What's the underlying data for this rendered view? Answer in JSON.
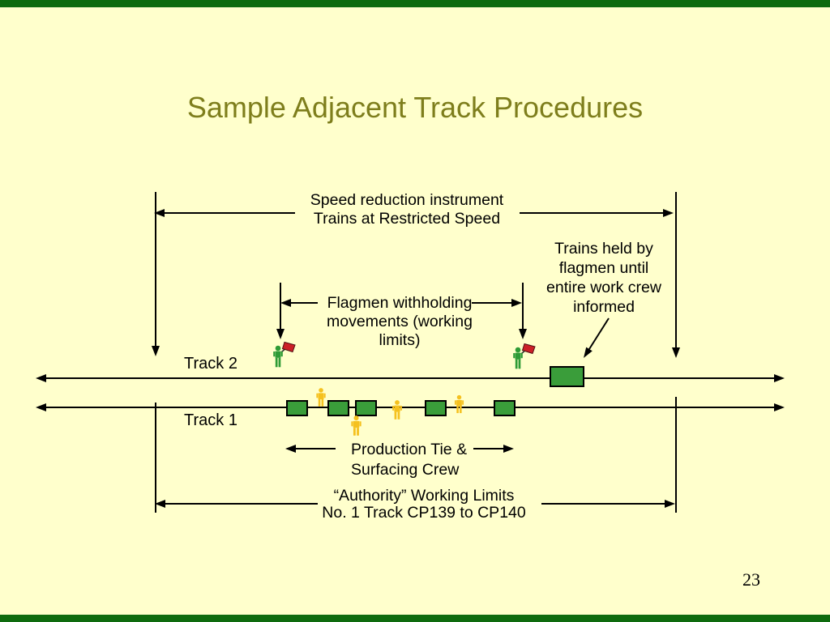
{
  "slide": {
    "title": "Sample Adjacent Track Procedures",
    "page_number": "23"
  },
  "diagram": {
    "speed_reduction": {
      "line1": "Speed reduction instrument",
      "line2": "Trains at Restricted Speed"
    },
    "trains_held": {
      "line1": "Trains held by",
      "line2": "flagmen until",
      "line3": "entire work crew",
      "line4": "informed"
    },
    "flagmen": {
      "line1": "Flagmen withholding",
      "line2": "movements (working",
      "line3": "limits)"
    },
    "track2_label": "Track 2",
    "track1_label": "Track 1",
    "production": {
      "line1": "Production Tie &",
      "line2": "Surfacing Crew"
    },
    "authority": {
      "line1": "“Authority” Working Limits",
      "line2": "No. 1 Track CP139 to CP140"
    },
    "icons": [
      "flagman-with-red-flag-icon",
      "worker-icon",
      "train-box",
      "equipment-box"
    ],
    "colors": {
      "background": "#FFFFCC",
      "title_text": "#7E7E1C",
      "line_black": "#000000",
      "equipment_green": "#3A9D3A",
      "flagman_green": "#2E9B35",
      "flag_red": "#CC2027",
      "worker_yellow": "#F5C11E",
      "border_bar_green": "#0E6B0E"
    }
  }
}
